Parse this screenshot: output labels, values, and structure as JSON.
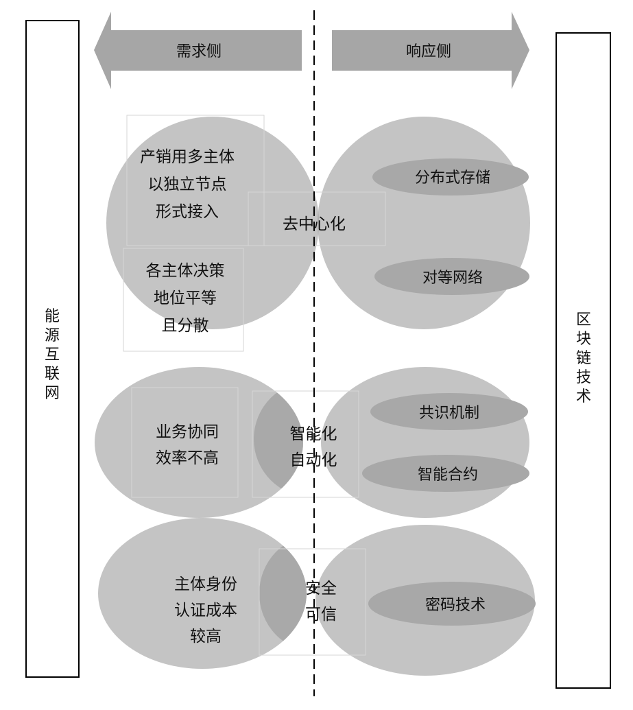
{
  "colors": {
    "circle": "#c4c4c4",
    "overlap": "#a9a9a9",
    "pill": "#a8a8a8",
    "arrow": "#a6a6a6",
    "stroke": "#000000"
  },
  "left_box": {
    "label": [
      "能",
      "源",
      "互",
      "联",
      "网"
    ]
  },
  "right_box": {
    "label": [
      "区",
      "块",
      "链",
      "技",
      "术"
    ]
  },
  "arrows": {
    "left": "需求侧",
    "right": "响应侧"
  },
  "row1": {
    "left_text_a": [
      "产销用多主体",
      "以独立节点",
      "形式接入"
    ],
    "left_text_b": [
      "各主体决策",
      "地位平等",
      "且分散"
    ],
    "center": [
      "去中心化"
    ],
    "pills": [
      "分布式存储",
      "对等网络"
    ]
  },
  "row2": {
    "left_text": [
      "业务协同",
      "效率不高"
    ],
    "center": [
      "智能化",
      "自动化"
    ],
    "pills": [
      "共识机制",
      "智能合约"
    ]
  },
  "row3": {
    "left_text": [
      "主体身份",
      "认证成本",
      "较高"
    ],
    "center": [
      "安全",
      "可信"
    ],
    "pills": [
      "密码技术"
    ]
  }
}
